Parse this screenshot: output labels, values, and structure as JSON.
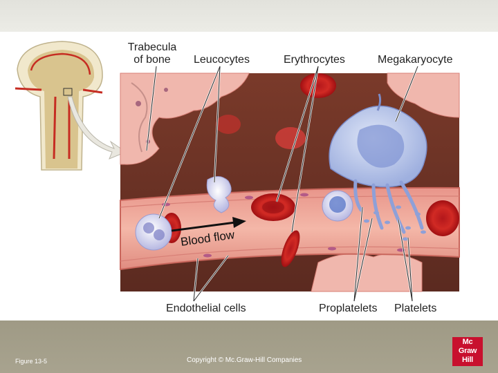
{
  "labels": {
    "trabecula": "Trabecula\nof bone",
    "leucocytes": "Leucocytes",
    "erythrocytes": "Erythrocytes",
    "megakaryocyte": "Megakaryocyte",
    "endothelial": "Endothelial cells",
    "proplatelets": "Proplatelets",
    "platelets": "Platelets",
    "blood_flow": "Blood flow"
  },
  "footer": {
    "figure": "Figure 13-5",
    "copyright": "Copyright © Mc.Graw-Hill Companies"
  },
  "logo": {
    "line1": "Mc",
    "line2": "Graw",
    "line3": "Hill"
  }
}
